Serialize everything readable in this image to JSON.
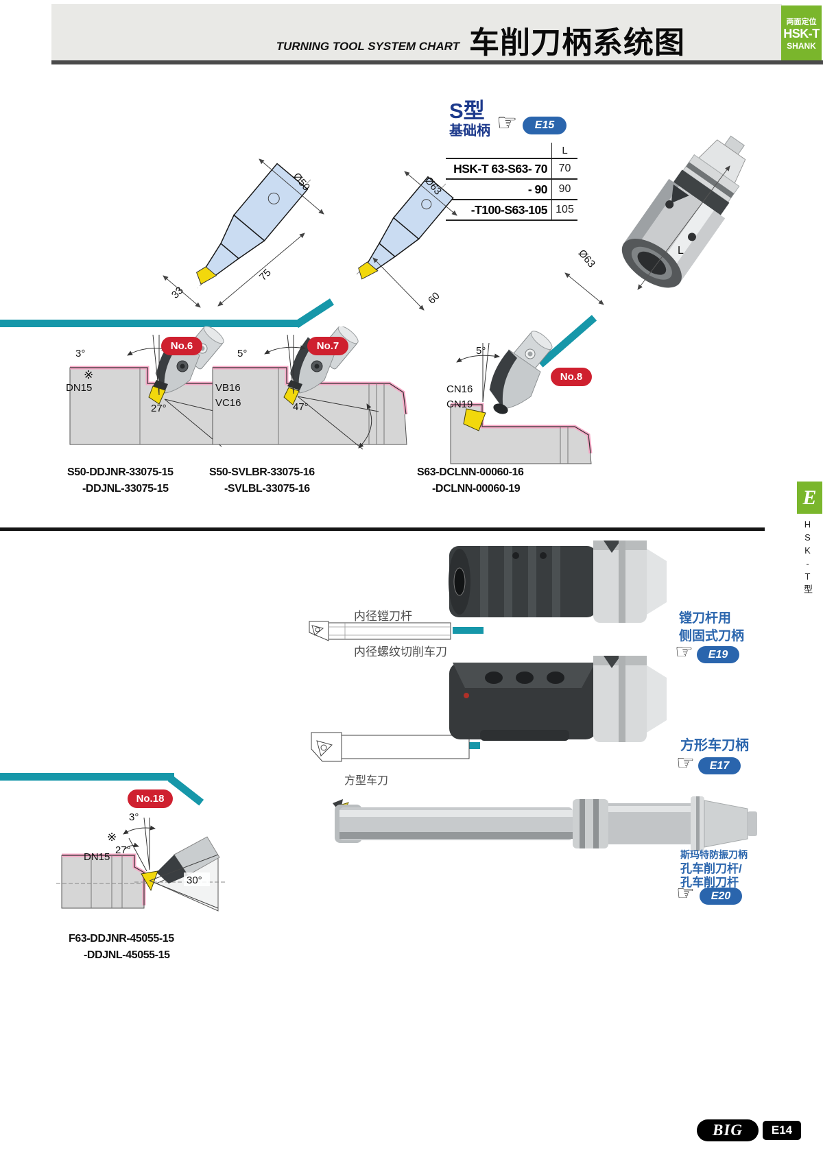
{
  "header": {
    "title_en": "TURNING TOOL SYSTEM CHART",
    "title_cn": "车削刀柄系统图",
    "badge_line1": "两面定位",
    "badge_line2": "HSK-T",
    "badge_line3": "SHANK"
  },
  "icons": {
    "hand": "☞"
  },
  "s_section": {
    "title": "S型",
    "subtitle": "基础柄",
    "ref": "E15",
    "table_header_l": "L",
    "rows": [
      {
        "model": "HSK-T 63-S63- 70",
        "l": "70"
      },
      {
        "model": "- 90",
        "l": "90"
      },
      {
        "model": "-T100-S63-105",
        "l": "105"
      }
    ]
  },
  "dims": {
    "d50": "Ø50",
    "d75": "75",
    "d33": "33",
    "d63a": "Ø63",
    "d60": "60",
    "d63b": "Ø63",
    "dl": "L"
  },
  "diagrams": {
    "no6": {
      "badge": "No.6",
      "angle_top": "3°",
      "angle_front": "27°",
      "note": "※",
      "insert1": "DN15",
      "pn1": "S50-DDJNR-33075-15",
      "pn2": "-DDJNL-33075-15"
    },
    "no7": {
      "badge": "No.7",
      "angle_top": "5°",
      "angle_front": "47°",
      "insert1": "VB16",
      "insert2": "VC16",
      "pn1": "S50-SVLBR-33075-16",
      "pn2": "-SVLBL-33075-16"
    },
    "no8": {
      "badge": "No.8",
      "angle_top": "5°",
      "insert1": "CN16",
      "insert2": "CN19",
      "pn1": "S63-DCLNN-00060-16",
      "pn2": "-DCLNN-00060-19"
    },
    "no18": {
      "badge": "No.18",
      "angle_top": "3°",
      "angle_mid": "27°",
      "angle_cone": "30°",
      "note": "※",
      "insert1": "DN15",
      "pn1": "F63-DDJNR-45055-15",
      "pn2": "-DDJNL-45055-15"
    }
  },
  "side_tab": {
    "letter": "E",
    "vertical_label": "HSK-T型"
  },
  "sections": {
    "boring": {
      "label_top": "内径镗刀杆",
      "label_bottom": "内径螺纹切削车刀",
      "title_line1": "镗刀杆用",
      "title_line2": "侧固式刀柄",
      "ref": "E19"
    },
    "square": {
      "label": "方型车刀",
      "title": "方形车刀柄",
      "ref": "E17"
    },
    "smart": {
      "subtitle": "斯玛特防振刀柄",
      "title_line1": "孔车削刀杆/",
      "title_line2": "孔车削刀杆",
      "ref": "E20"
    }
  },
  "footer": {
    "brand": "BIG",
    "page": "E14"
  },
  "colors": {
    "teal": "#1697a9",
    "green": "#7ab62c",
    "blue": "#2a65ad",
    "red": "#cf202f",
    "navy": "#1d3a8c",
    "pink": "#f6a8c6",
    "insert_yellow": "#f2d80c",
    "drawing_blue": "#cadcf2"
  }
}
